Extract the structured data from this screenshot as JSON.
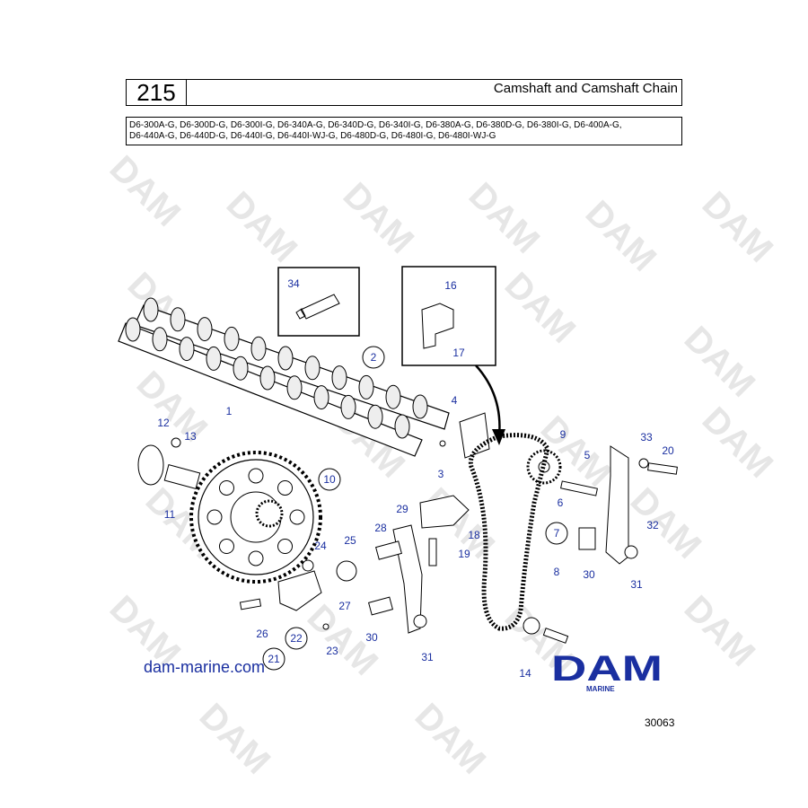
{
  "page": {
    "number": "215",
    "title": "Camshaft and Camshaft Chain",
    "models_line1": "D6-300A-G, D6-300D-G, D6-300I-G, D6-340A-G, D6-340D-G, D6-340I-G, D6-380A-G, D6-380D-G, D6-380I-G, D6-400A-G,",
    "models_line2": "D6-440A-G, D6-440D-G, D6-440I-G, D6-440I-WJ-G, D6-480D-G, D6-480I-G, D6-480I-WJ-G"
  },
  "watermark": "DAM",
  "brand": {
    "logo": "DAM",
    "sub": "MARINE",
    "color": "#1a2fa0"
  },
  "website": "dam-marine.com",
  "doc_number": "30063",
  "callouts": [
    {
      "label": "1",
      "circled": false
    },
    {
      "label": "2",
      "circled": true
    },
    {
      "label": "3",
      "circled": false
    },
    {
      "label": "4",
      "circled": false
    },
    {
      "label": "5",
      "circled": false
    },
    {
      "label": "6",
      "circled": false
    },
    {
      "label": "7",
      "circled": true
    },
    {
      "label": "8",
      "circled": false
    },
    {
      "label": "9",
      "circled": false
    },
    {
      "label": "10",
      "circled": true
    },
    {
      "label": "11",
      "circled": false
    },
    {
      "label": "12",
      "circled": false
    },
    {
      "label": "13",
      "circled": false
    },
    {
      "label": "14",
      "circled": false
    },
    {
      "label": "16",
      "circled": false
    },
    {
      "label": "17",
      "circled": false
    },
    {
      "label": "18",
      "circled": false
    },
    {
      "label": "19",
      "circled": false
    },
    {
      "label": "20",
      "circled": false
    },
    {
      "label": "21",
      "circled": true
    },
    {
      "label": "22",
      "circled": true
    },
    {
      "label": "23",
      "circled": false
    },
    {
      "label": "24",
      "circled": false
    },
    {
      "label": "25",
      "circled": false
    },
    {
      "label": "26",
      "circled": false
    },
    {
      "label": "27",
      "circled": false
    },
    {
      "label": "28",
      "circled": false
    },
    {
      "label": "29",
      "circled": false
    },
    {
      "label": "30",
      "circled": false
    },
    {
      "label": "30",
      "circled": false
    },
    {
      "label": "31",
      "circled": false
    },
    {
      "label": "31",
      "circled": false
    },
    {
      "label": "32",
      "circled": false
    },
    {
      "label": "33",
      "circled": false
    },
    {
      "label": "34",
      "circled": false
    }
  ]
}
